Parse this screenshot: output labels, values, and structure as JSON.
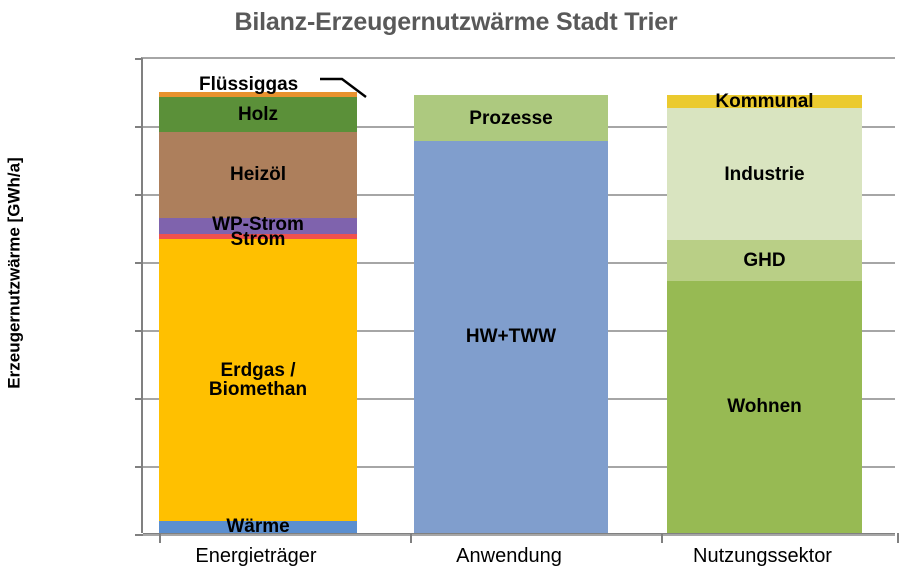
{
  "chart_data": {
    "type": "bar",
    "title": "Bilanz-Erzeugernutzwärme Stadt Trier",
    "xlabel": "",
    "ylabel": "Erzeugernutzwärme [GWh/a]",
    "ylim": [
      0,
      1400
    ],
    "yticks": [
      "0",
      "200",
      "400",
      "600",
      "800",
      "1.000",
      "1.200",
      "1.400"
    ],
    "ytick_values": [
      0,
      200,
      400,
      600,
      800,
      1000,
      1200,
      1400
    ],
    "grid": true,
    "legend": "none (segments labelled in place)",
    "stacked": true,
    "categories": [
      "Energieträger",
      "Anwendung",
      "Nutzungssektor"
    ],
    "columns": [
      {
        "category": "Energieträger",
        "total": 1297,
        "segments": [
          {
            "name": "Wärme",
            "label": "Wärme",
            "value": 35,
            "color": "#5b8fd0",
            "label_inside": true
          },
          {
            "name": "Erdgas / Biomethan",
            "label": "Erdgas /\nBiomethan",
            "value": 830,
            "color": "#ffc000",
            "label_inside": true
          },
          {
            "name": "Strom",
            "label": "Strom",
            "value": 15,
            "color": "#f0514e",
            "label_inside": true
          },
          {
            "name": "WP-Strom",
            "label": "WP-Strom",
            "value": 47,
            "color": "#7f63ad",
            "label_inside": true
          },
          {
            "name": "Heizöl",
            "label": "Heizöl",
            "value": 253,
            "color": "#ad7f5c",
            "label_inside": true
          },
          {
            "name": "Holz",
            "label": "Holz",
            "value": 103,
            "color": "#5b9039",
            "label_inside": true
          },
          {
            "name": "Flüssiggas",
            "label": "Flüssiggas",
            "value": 14,
            "color": "#e8922e",
            "label_inside": false
          }
        ]
      },
      {
        "category": "Anwendung",
        "total": 1288,
        "segments": [
          {
            "name": "HW+TWW",
            "label": "HW+TWW",
            "value": 1152,
            "color": "#809ecd",
            "label_inside": true
          },
          {
            "name": "Prozesse",
            "label": "Prozesse",
            "value": 136,
            "color": "#adc97f",
            "label_inside": true
          }
        ]
      },
      {
        "category": "Nutzungssektor",
        "total": 1288,
        "segments": [
          {
            "name": "Wohnen",
            "label": "Wohnen",
            "value": 741,
            "color": "#97ba53",
            "label_inside": true
          },
          {
            "name": "GHD",
            "label": "GHD",
            "value": 120,
            "color": "#b9cf86",
            "label_inside": true
          },
          {
            "name": "Industrie",
            "label": "Industrie",
            "value": 388,
            "color": "#d9e4c0",
            "label_inside": true
          },
          {
            "name": "Kommunal",
            "label": "Kommunal",
            "value": 39,
            "color": "#ebca2e",
            "label_inside": true
          }
        ]
      }
    ],
    "annotations": [
      {
        "name": "fluessiggas-callout",
        "text": "Flüssiggas",
        "points_to": "Energieträger / Flüssiggas segment"
      }
    ],
    "colors": {
      "title": "#595959",
      "axis": "#808080",
      "gridline": "#a6a6a6",
      "text": "#000000",
      "background": "#ffffff"
    }
  }
}
